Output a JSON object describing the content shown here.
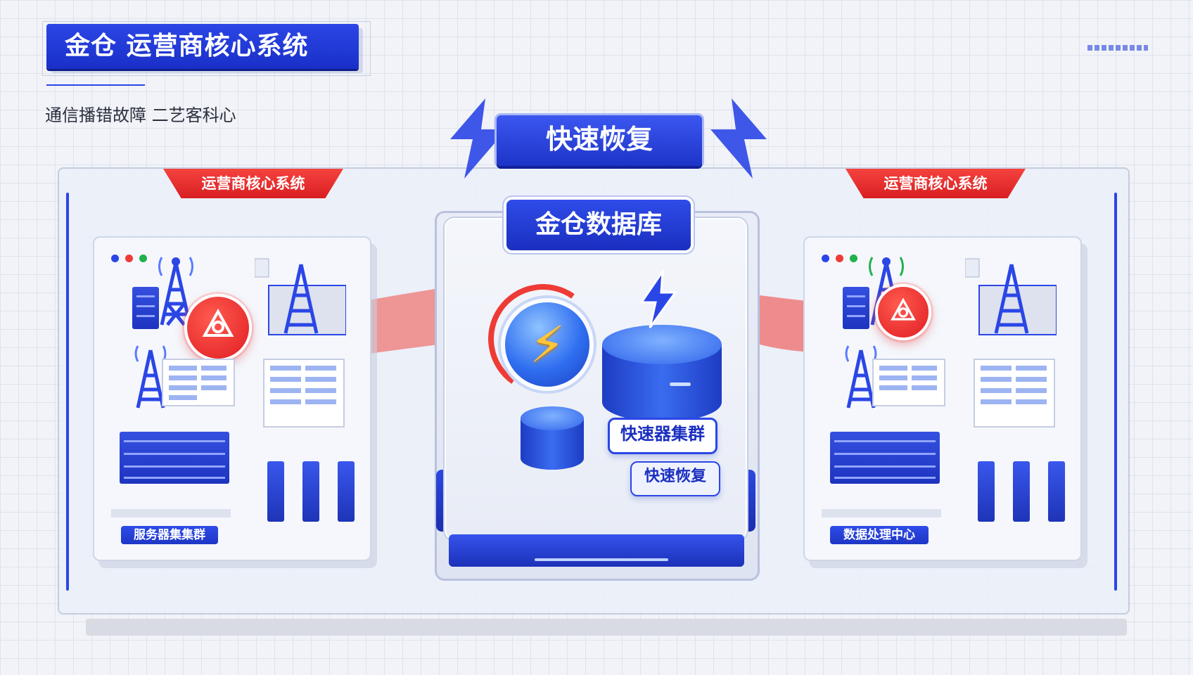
{
  "header": {
    "title": "金仓 运营商核心系统",
    "subtitle": "通信播错故障 二艺客科心"
  },
  "center": {
    "recover_banner": "快速恢复",
    "db_title": "金仓数据库",
    "cluster_label": "快速器集群",
    "recover_label": "快速恢复"
  },
  "left_panel": {
    "ribbon": "运营商核心系统",
    "tag": "服务器集集群"
  },
  "right_panel": {
    "ribbon": "运营商核心系统",
    "tag": "数据处理中心"
  },
  "colors": {
    "brand_blue": "#2b46e6",
    "alert_red": "#e01d22",
    "bolt_yellow": "#ffc53a"
  },
  "icons": [
    "lightning-icon",
    "alert-bug-icon",
    "tower-icon",
    "server-rack-icon",
    "database-icon"
  ]
}
